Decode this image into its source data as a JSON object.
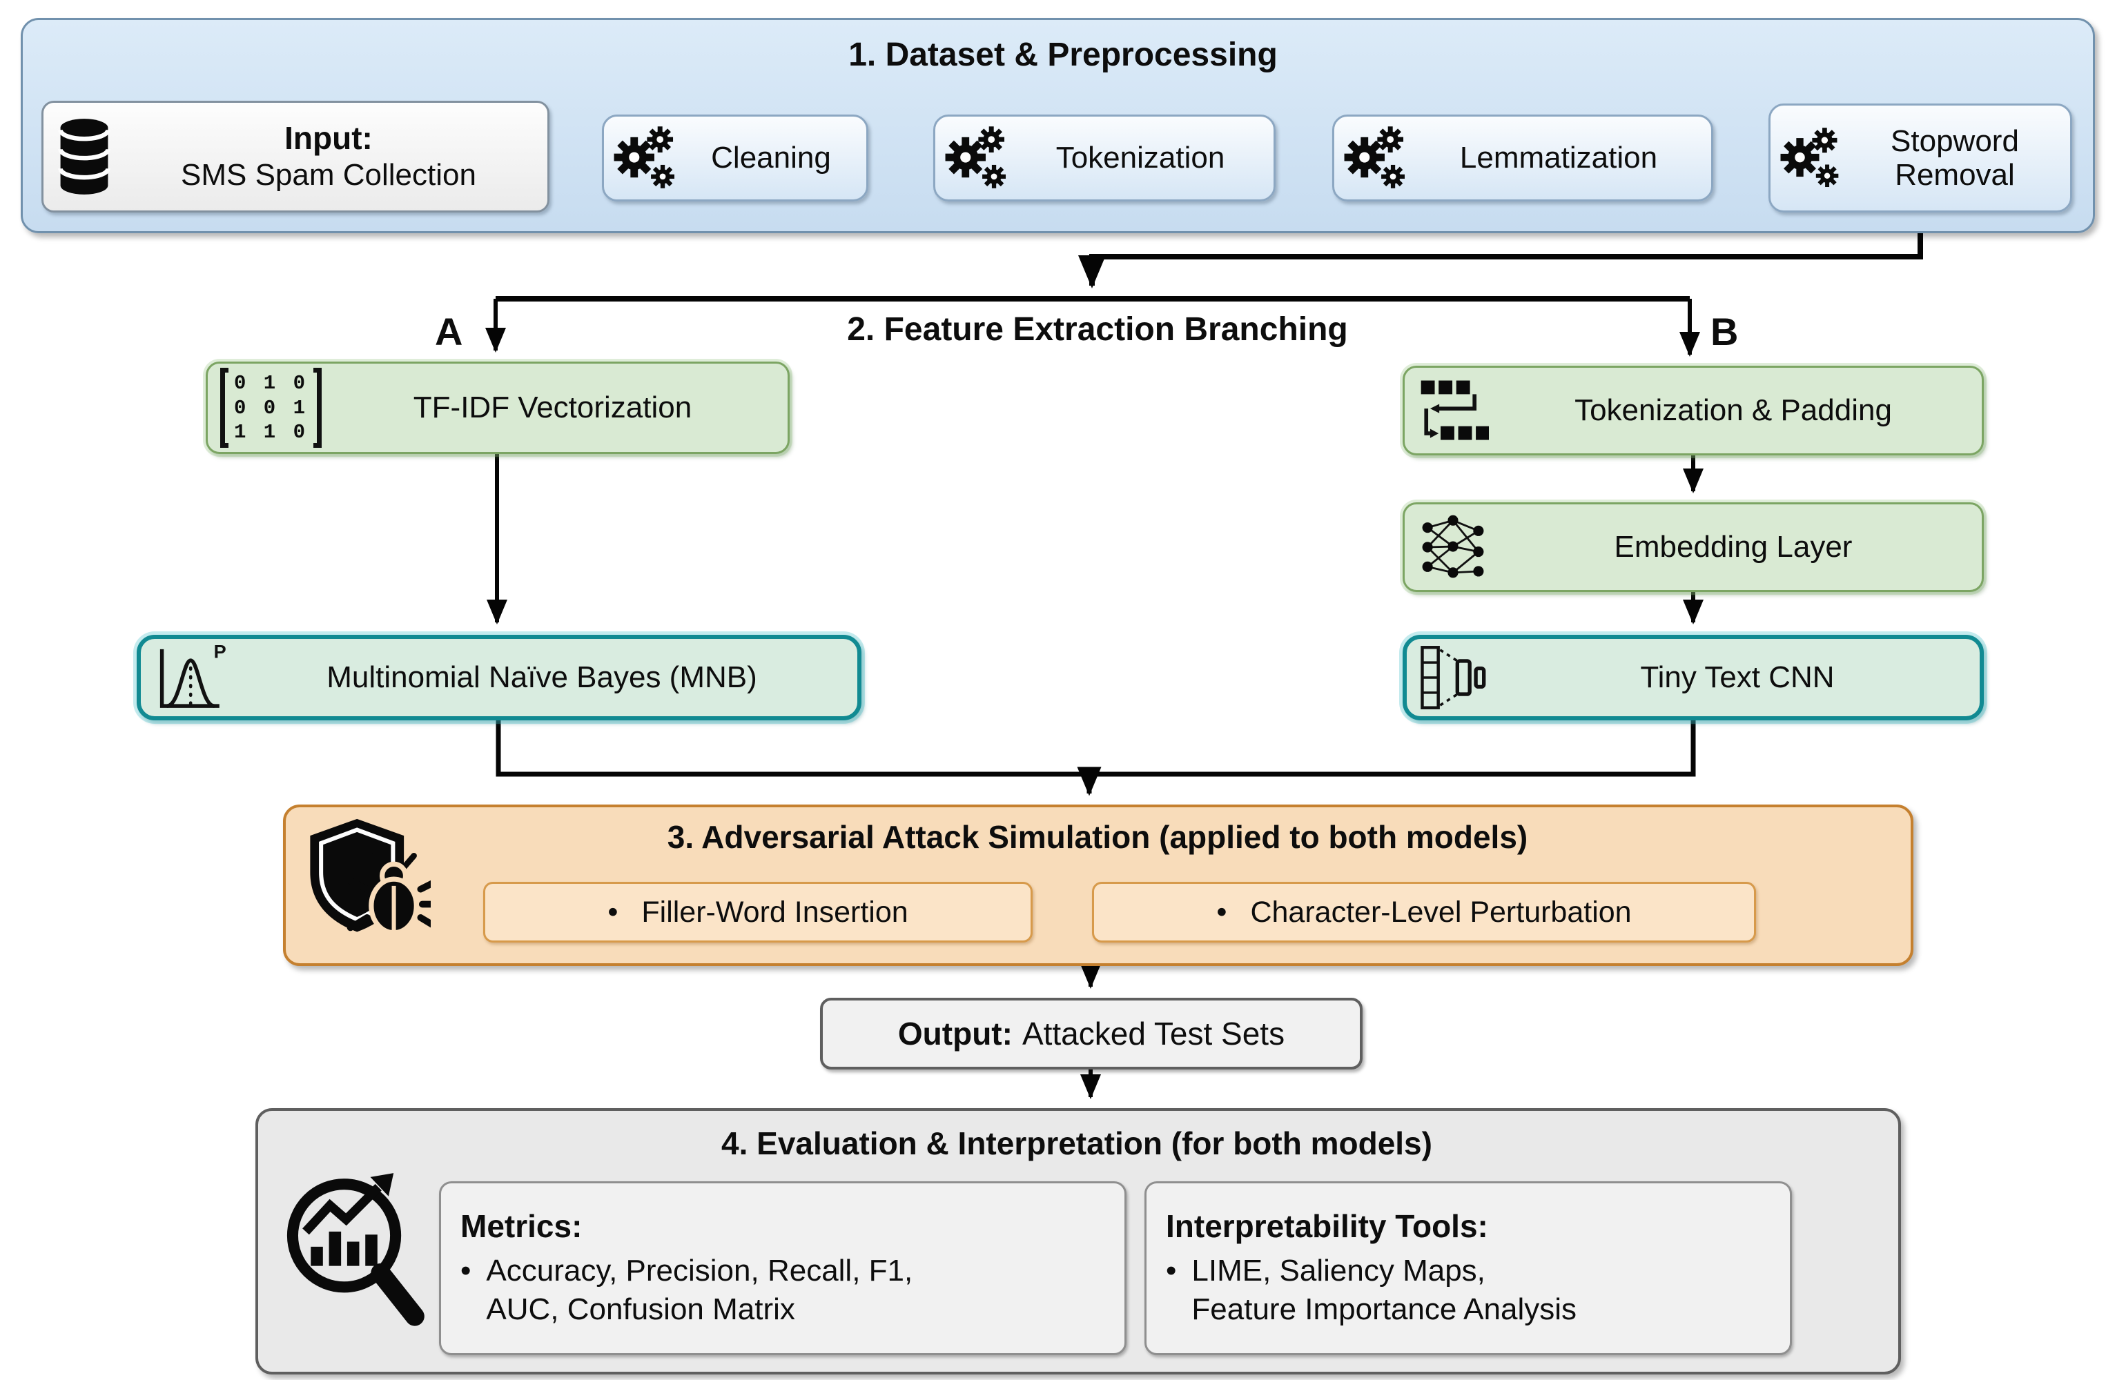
{
  "diagram": {
    "bullet": "•",
    "stage1": {
      "title": "1. Dataset & Preprocessing",
      "input": {
        "label": "Input:",
        "value": "SMS Spam Collection"
      },
      "steps": [
        "Cleaning",
        "Tokenization",
        "Lemmatization",
        "Stopword Removal"
      ]
    },
    "stage2": {
      "title": "2. Feature Extraction Branching",
      "branch_a": "A",
      "branch_b": "B",
      "tfidf": "TF-IDF Vectorization",
      "tokenization_padding": "Tokenization & Padding",
      "embedding": "Embedding Layer",
      "mnb": "Multinomial Naïve Bayes (MNB)",
      "cnn": "Tiny Text CNN"
    },
    "stage3": {
      "title": "3. Adversarial Attack Simulation (applied to both models)",
      "attack1": "Filler-Word Insertion",
      "attack2": "Character-Level Perturbation"
    },
    "output": {
      "label": "Output:",
      "value": "Attacked Test Sets"
    },
    "stage4": {
      "title": "4. Evaluation & Interpretation (for both models)",
      "metrics": {
        "title": "Metrics:",
        "lines": [
          "Accuracy, Precision, Recall, F1,",
          "AUC, Confusion Matrix"
        ]
      },
      "interpretability": {
        "title": "Interpretability Tools:",
        "lines": [
          "LIME, Saliency Maps,",
          "Feature Importance Analysis"
        ]
      }
    },
    "icons": {
      "mnb_p": "P",
      "matrix_rows": [
        "0 1 0",
        "0 0 1",
        "1 1 0"
      ]
    },
    "colors": {
      "stage1_fill": "#cfe0f1",
      "stage1_border": "#7191ad",
      "step_fill": "#e3eefa",
      "step_border": "#8ca7c2",
      "green_fill": "#d9ead3",
      "green_border": "#7ca563",
      "model_fill": "#d9ece0",
      "model_border": "#118a92",
      "orange_fill": "#f8dcba",
      "orange_border": "#c5802f",
      "orange_inner_fill": "#fbe4c8",
      "orange_inner_border": "#d79a4b",
      "gray_fill": "#e9e9e9",
      "gray_border": "#5f5f5f",
      "gray_inner_fill": "#f1f1f1",
      "gray_inner_border": "#8f8f8f",
      "line": "#000000"
    }
  }
}
